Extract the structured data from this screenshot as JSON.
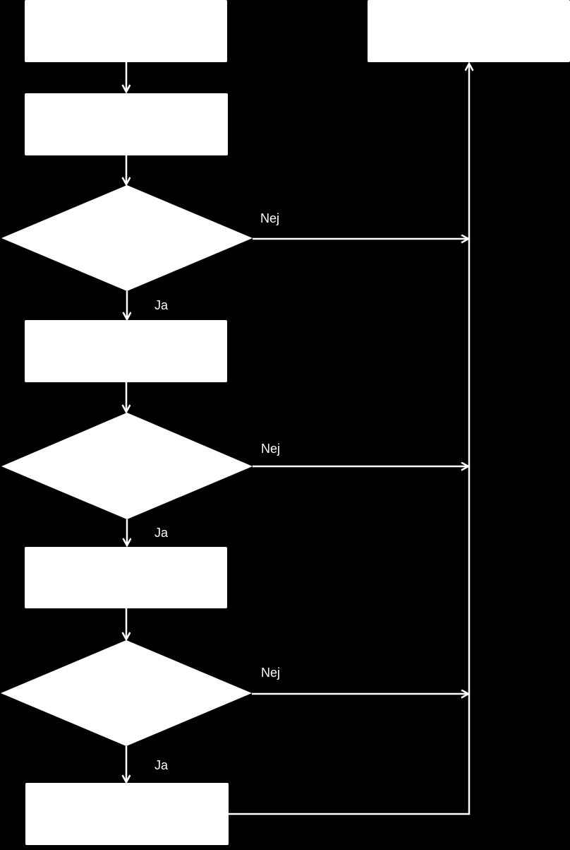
{
  "diagram": {
    "colors": {
      "background": "#000000",
      "shape_fill": "#ffffff",
      "connector": "#ffffff",
      "label_text": "#ffffff"
    },
    "labels": {
      "no_1": "Nej",
      "no_2": "Nej",
      "no_3": "Nej",
      "yes_1": "Ja",
      "yes_2": "Ja",
      "yes_3": "Ja"
    }
  }
}
